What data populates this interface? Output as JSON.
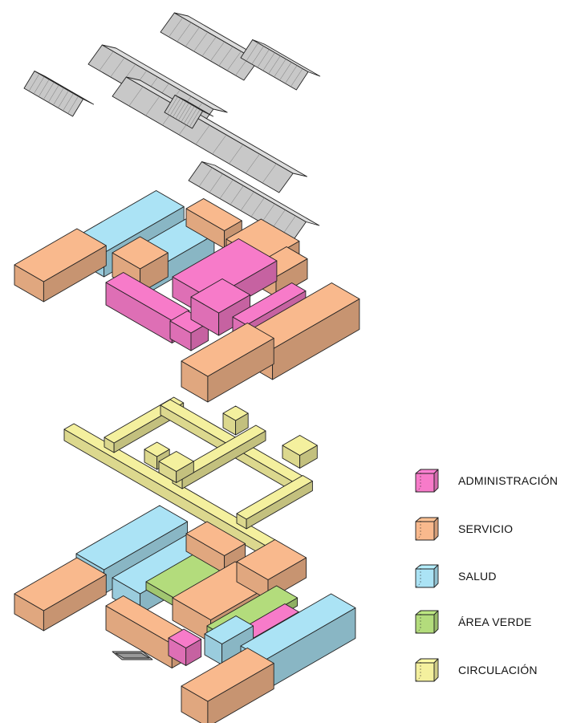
{
  "colors": {
    "administracion": "#f77bc9",
    "servicio": "#f9b98d",
    "salud": "#abe3f5",
    "area_verde": "#b3dc7c",
    "circulacion": "#f4f09e",
    "roof": "#d9d9d9",
    "stroke": "#222222"
  },
  "legend": [
    {
      "key": "administracion",
      "label": "ADMINISTRACIÓN",
      "icon": "cube-icon"
    },
    {
      "key": "servicio",
      "label": "SERVICIO",
      "icon": "cube-icon"
    },
    {
      "key": "salud",
      "label": "SALUD",
      "icon": "cube-icon"
    },
    {
      "key": "area_verde",
      "label": "ÁREA VERDE",
      "icon": "cube-icon"
    },
    {
      "key": "circulacion",
      "label": "CIRCULACIÓN",
      "icon": "cube-icon"
    }
  ]
}
